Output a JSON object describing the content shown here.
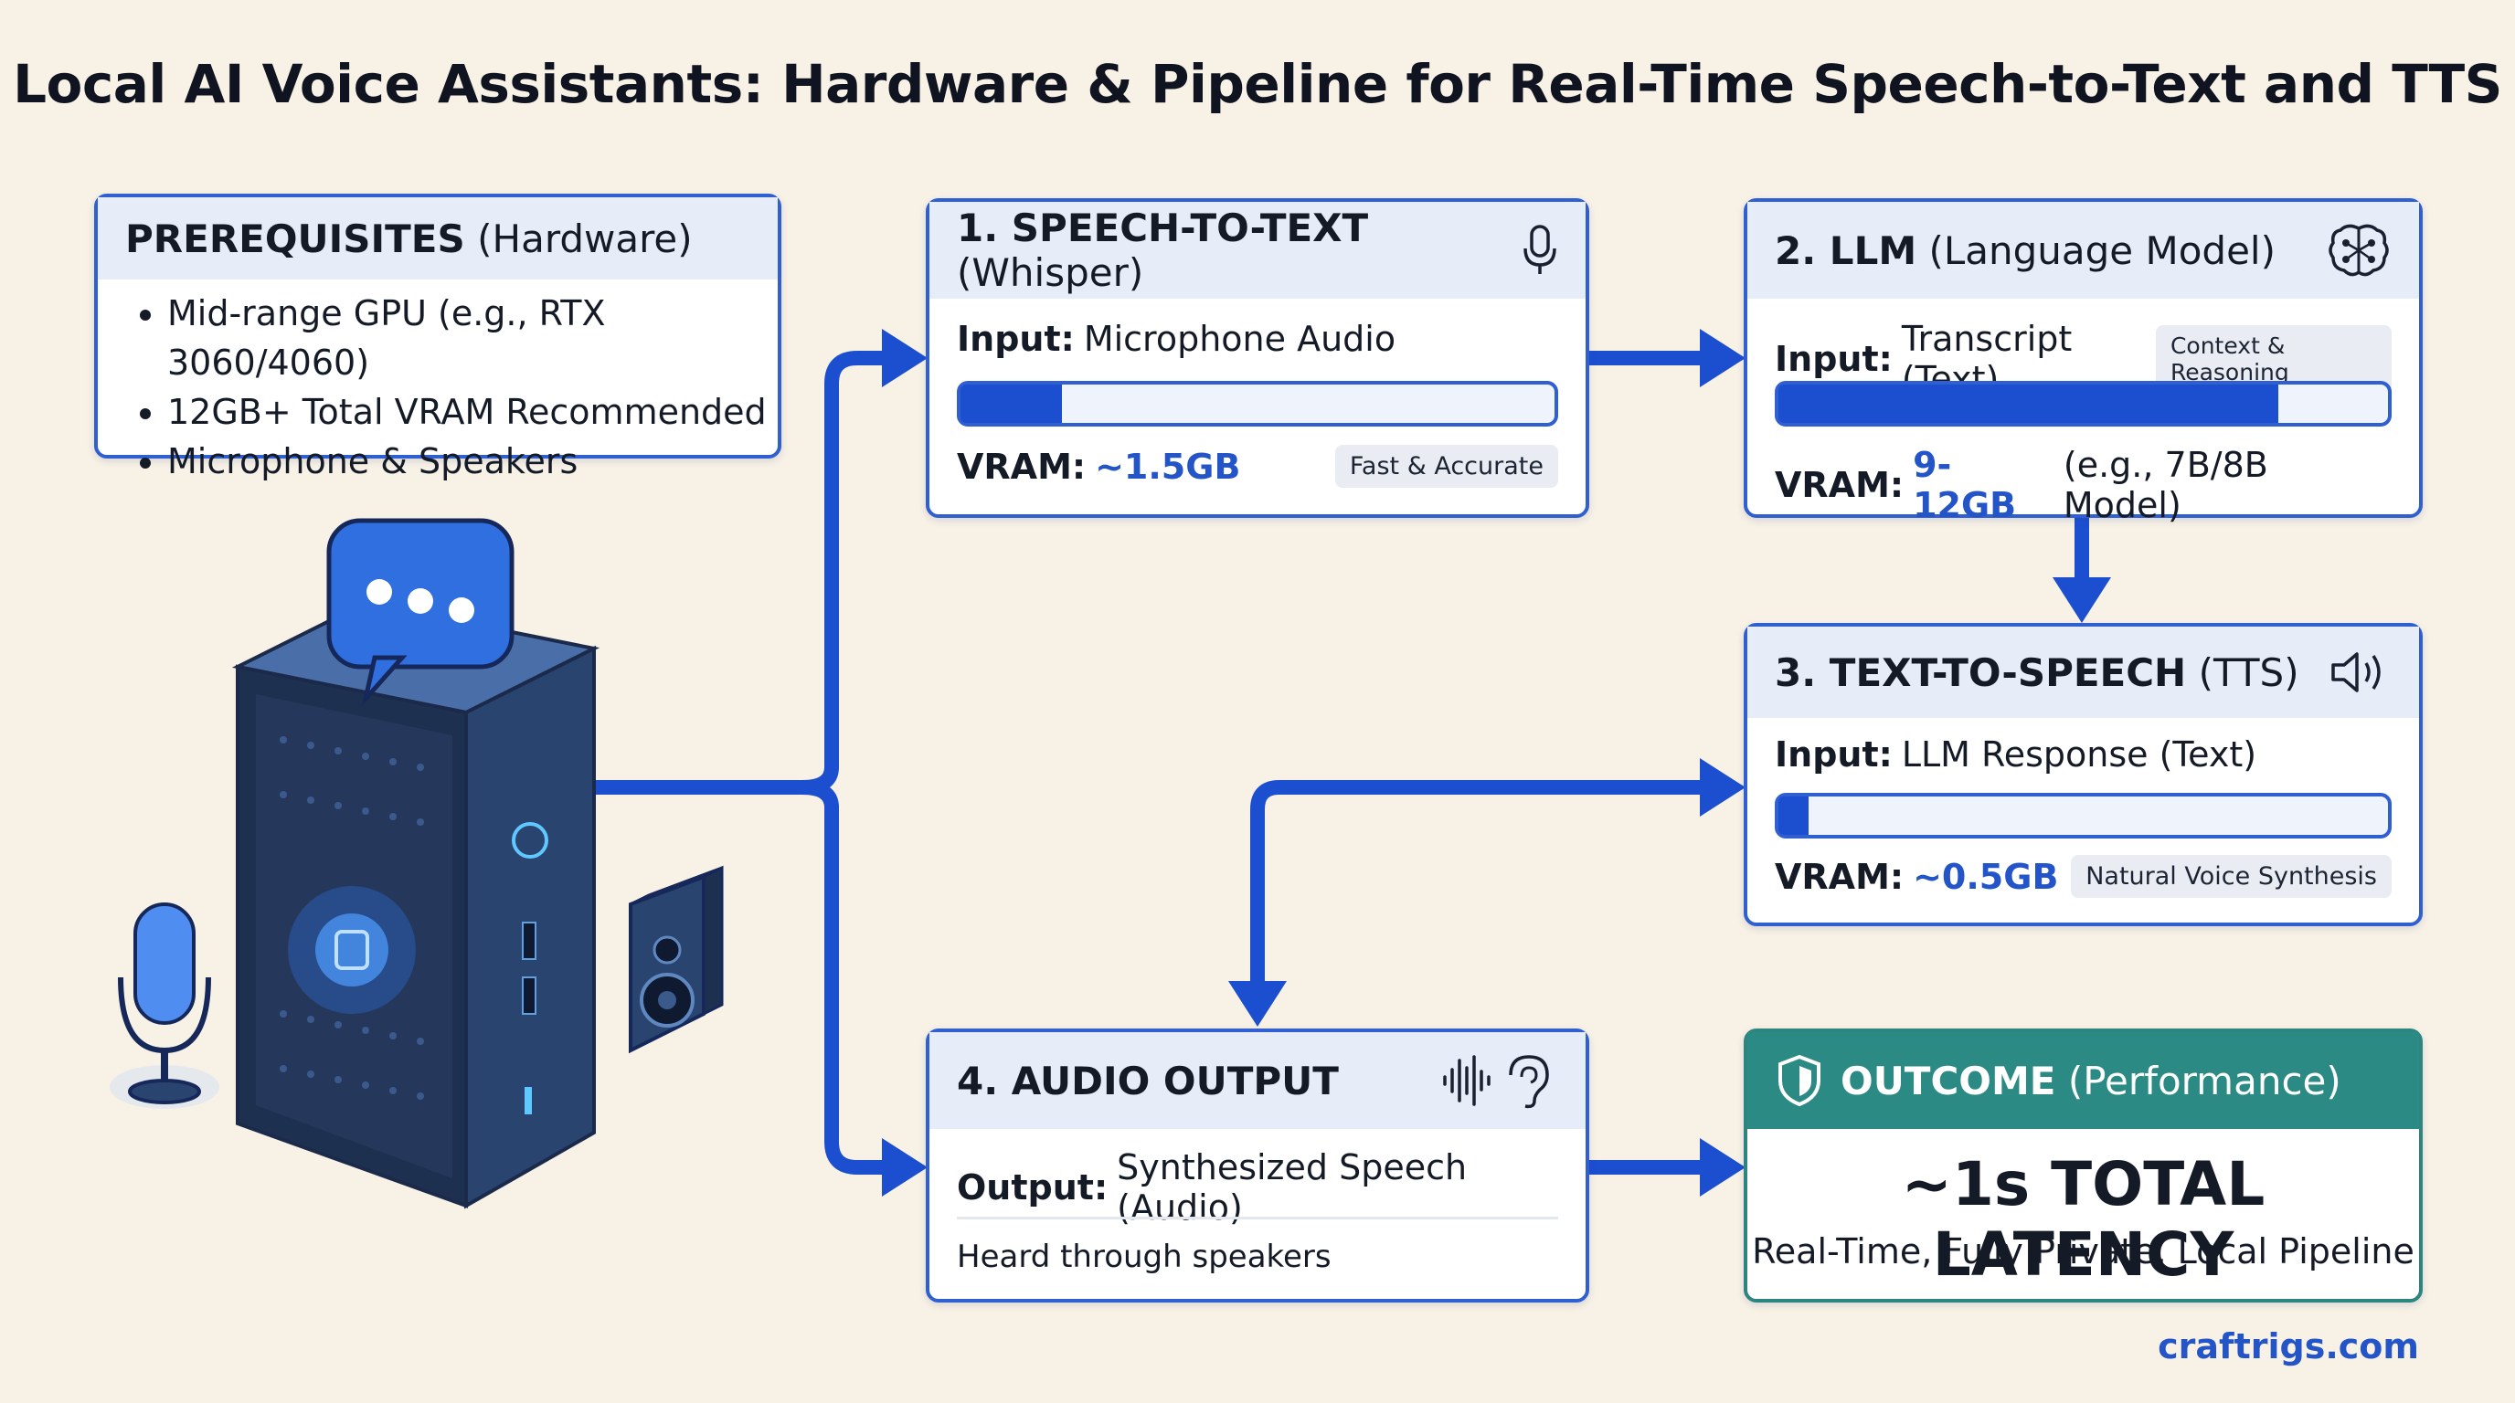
{
  "title": "Local AI Voice Assistants: Hardware & Pipeline for Real-Time Speech-to-Text and TTS",
  "colors": {
    "accent": "#2f5fd0",
    "arrow": "#1c4fd0",
    "outcome": "#2b8a83",
    "background": "#f7f1e6"
  },
  "prerequisites": {
    "title_bold": "PREREQUISITES",
    "title_normal": "(Hardware)",
    "items": [
      "Mid-range GPU (e.g., RTX 3060/4060)",
      "12GB+ Total VRAM Recommended",
      "Microphone & Speakers"
    ]
  },
  "stt": {
    "title_bold": "1. SPEECH-TO-TEXT",
    "title_normal": "(Whisper)",
    "icon": "microphone-icon",
    "input_label": "Input:",
    "input_value": "Microphone Audio",
    "vram_fraction": 0.17,
    "vram_label": "VRAM:",
    "vram_value": "~1.5GB",
    "tag": "Fast & Accurate"
  },
  "llm": {
    "title_bold": "2. LLM",
    "title_normal": "(Language Model)",
    "icon": "brain-icon",
    "input_label": "Input:",
    "input_value": "Transcript (Text)",
    "tag": "Context & Reasoning",
    "vram_fraction": 0.82,
    "vram_label": "VRAM:",
    "vram_value": "9-12GB",
    "vram_note": "(e.g., 7B/8B Model)"
  },
  "tts": {
    "title_bold": "3. TEXT-TO-SPEECH",
    "title_normal": "(TTS)",
    "icon": "speaker-icon",
    "input_label": "Input:",
    "input_value": "LLM Response (Text)",
    "vram_fraction": 0.05,
    "vram_label": "VRAM:",
    "vram_value": "~0.5GB",
    "tag": "Natural Voice Synthesis"
  },
  "audio_output": {
    "title_bold": "4. AUDIO OUTPUT",
    "icon": "sound-wave-ear-icon",
    "output_label": "Output:",
    "output_value": "Synthesized Speech (Audio)",
    "note": "Heard through speakers"
  },
  "outcome": {
    "title_bold": "OUTCOME",
    "title_normal": "(Performance)",
    "icon": "shield-icon",
    "headline": "~1s TOTAL LATENCY",
    "subline": "Real-Time, Fully Private, Local Pipeline"
  },
  "footer": "craftrigs.com"
}
